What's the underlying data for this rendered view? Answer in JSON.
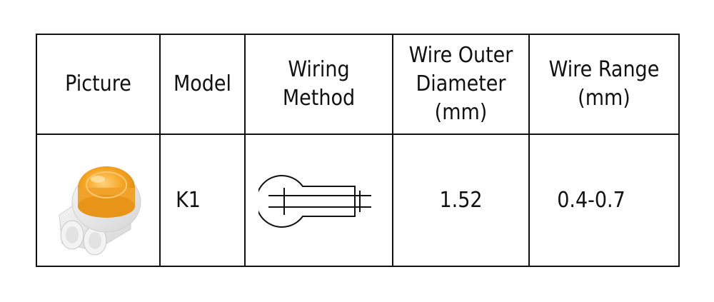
{
  "table": {
    "headers": [
      {
        "key": "picture",
        "lines": [
          "Picture"
        ]
      },
      {
        "key": "model",
        "lines": [
          "Model"
        ]
      },
      {
        "key": "wiring",
        "lines": [
          "Wiring",
          "Method"
        ]
      },
      {
        "key": "diameter",
        "lines": [
          "Wire Outer",
          "Diameter",
          "(mm)"
        ]
      },
      {
        "key": "range",
        "lines": [
          "Wire Range",
          "(mm)"
        ]
      }
    ],
    "row": {
      "picture_icon": "orange-connector-photo",
      "wiring_icon": "wiring-method-diagram-icon",
      "model": "K1",
      "diameter": "1.52",
      "range": "0.4-0.7"
    }
  },
  "colors": {
    "border": "#111111",
    "connector_orange": "#f5a623",
    "connector_clear": "#e6e6e6"
  }
}
